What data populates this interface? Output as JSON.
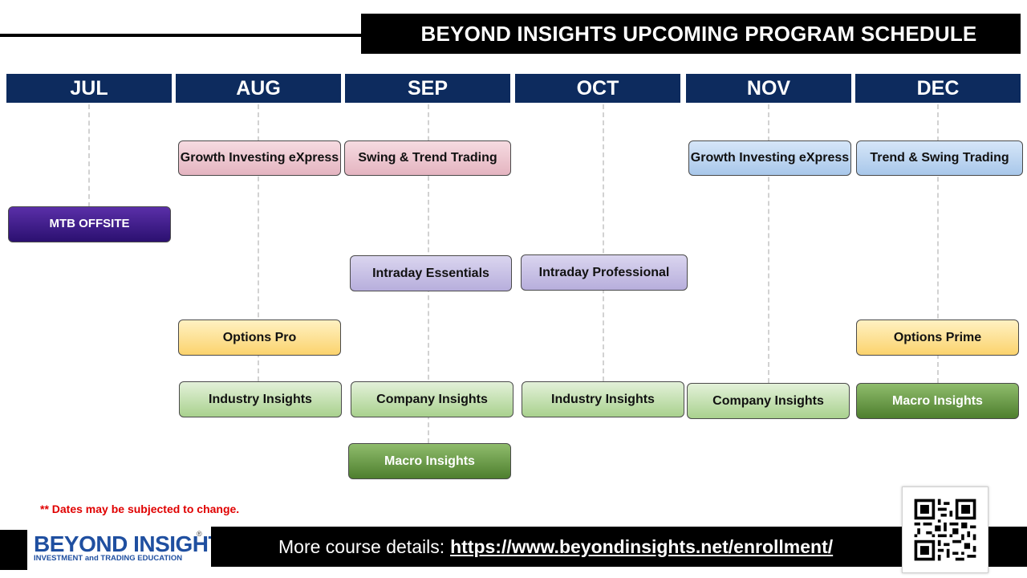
{
  "title": "BEYOND INSIGHTS UPCOMING PROGRAM SCHEDULE",
  "months": [
    "JUL",
    "AUG",
    "SEP",
    "OCT",
    "NOV",
    "DEC"
  ],
  "programs": {
    "mtb_offsite": "MTB OFFSITE",
    "growth_aug": "Growth Investing eXpress",
    "swing_sep": "Swing & Trend Trading",
    "growth_nov": "Growth Investing eXpress",
    "trend_dec": "Trend & Swing Trading",
    "intraday_essentials": "Intraday Essentials",
    "intraday_professional": "Intraday Professional",
    "options_pro": "Options Pro",
    "options_prime": "Options Prime",
    "industry_aug": "Industry Insights",
    "company_sep": "Company Insights",
    "industry_oct": "Industry Insights",
    "company_nov": "Company Insights",
    "macro_dec": "Macro Insights",
    "macro_sep": "Macro Insights"
  },
  "disclaimer": "** Dates may be subjected to change.",
  "logo": {
    "name": "BEYOND INSIGHTS",
    "tagline": "INVESTMENT and TRADING EDUCATION",
    "registered": "®"
  },
  "footer": {
    "label": "More course details:",
    "link": "https://www.beyondinsights.net/enrollment/"
  },
  "colors": {
    "month_header": "#0d2b5e",
    "title_bar": "#000000",
    "disclaimer": "#e00000"
  }
}
